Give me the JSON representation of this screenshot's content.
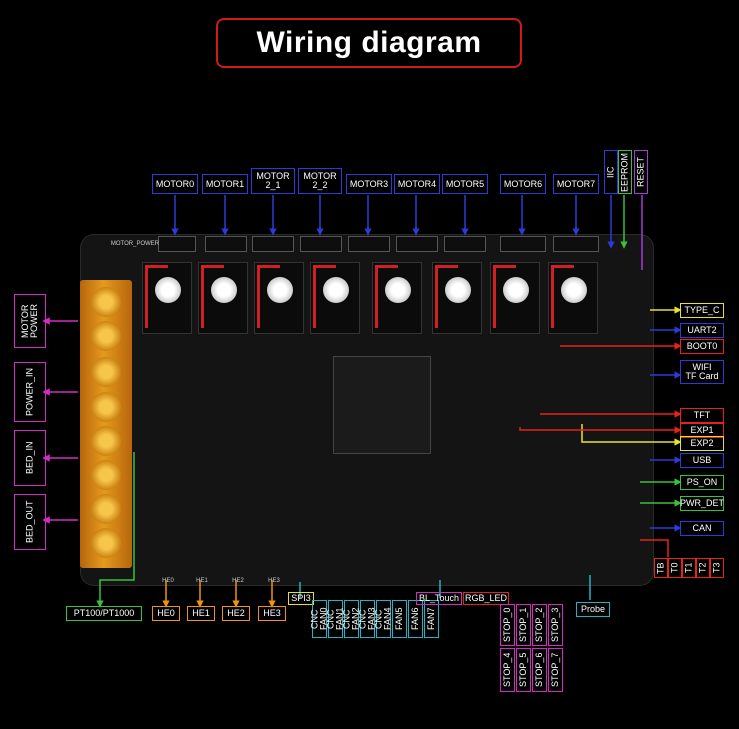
{
  "title": "Wiring diagram",
  "motors": [
    "MOTOR0",
    "MOTOR1",
    "MOTOR\n2_1",
    "MOTOR\n2_2",
    "MOTOR3",
    "MOTOR4",
    "MOTOR5",
    "MOTOR6",
    "MOTOR7"
  ],
  "top_right": [
    "IIC",
    "EEPROM",
    "RESET"
  ],
  "left": [
    "MOTOR\nPOWER",
    "POWER_IN",
    "BED_IN",
    "BED_OUT"
  ],
  "right": [
    "TYPE_C",
    "UART2",
    "BOOT0",
    "WIFI",
    "TF Card",
    "TFT",
    "EXP1",
    "EXP2",
    "USB",
    "PS_ON",
    "PWR_DET",
    "CAN"
  ],
  "thermistors": [
    "TB",
    "T0",
    "T1",
    "T2",
    "T3"
  ],
  "bottom_left": [
    "PT100/PT1000",
    "HE0",
    "HE1",
    "HE2",
    "HE3",
    "SPI3"
  ],
  "fans": [
    "CNC\nFAN0",
    "CNC\nFAN1",
    "CNC\nFAN2",
    "CNC\nFAN3",
    "CNC\nFAN4",
    "FAN5",
    "FAN6",
    "FAN7"
  ],
  "bottom_mid": [
    "BL_Touch",
    "RGB_LED",
    "Probe"
  ],
  "stops_top": [
    "STOP_0",
    "STOP_1",
    "STOP_2",
    "STOP_3"
  ],
  "stops_bottom": [
    "STOP_4",
    "STOP_5",
    "STOP_6",
    "STOP_7"
  ],
  "board": {
    "motor_power_silk": "MOTOR_POWER",
    "he_silk": [
      "HE0",
      "HE1",
      "HE2",
      "HE3"
    ]
  },
  "colors": {
    "blue": "#2c3bd8",
    "red": "#e5221d",
    "yellow": "#e8e22a",
    "green": "#39c13a",
    "orange": "#f0920e",
    "purple": "#a63cd6",
    "cyan": "#1fb5c7",
    "magenta": "#d32bc4"
  }
}
